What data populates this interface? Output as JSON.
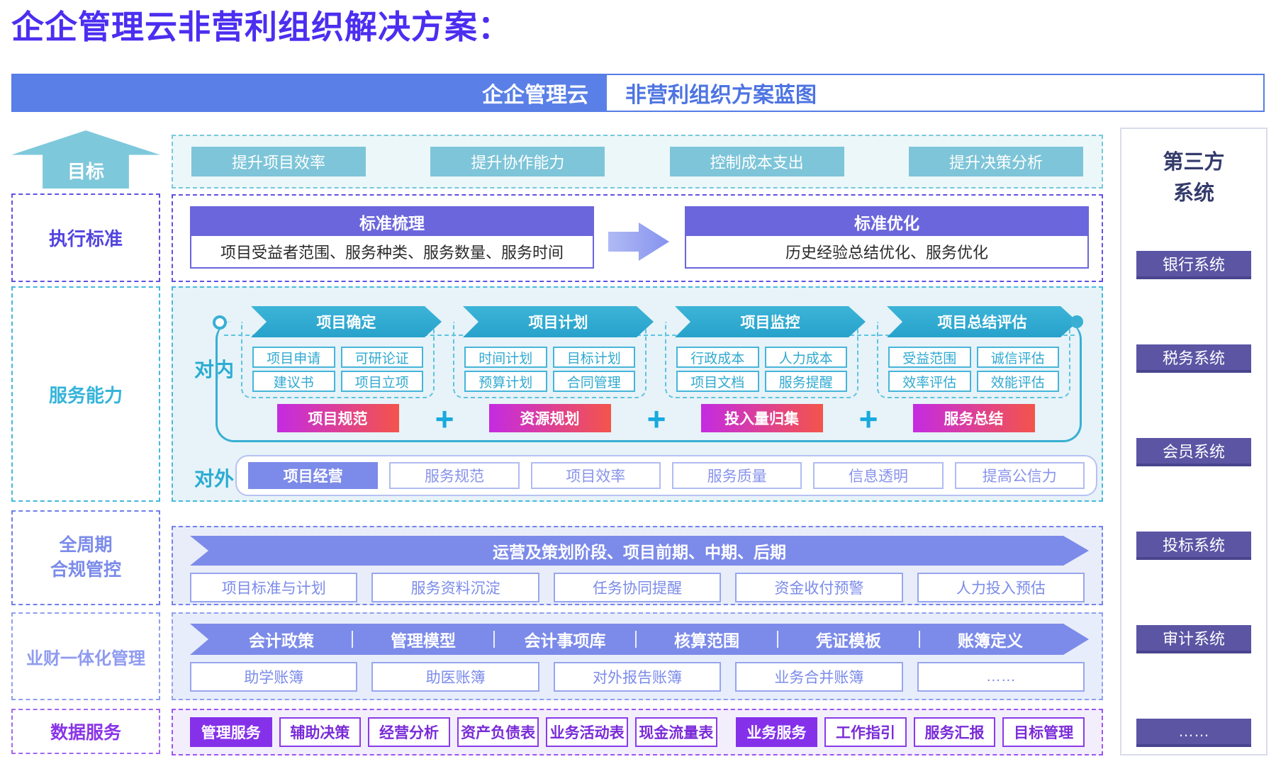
{
  "page": {
    "title": "企企管理云非营利组织解决方案："
  },
  "banner": {
    "left": "企企管理云",
    "right": "非营利组织方案蓝图"
  },
  "sidebar": {
    "goal": "目标",
    "exec": "执行标准",
    "capability": "服务能力",
    "cycle_line1": "全周期",
    "cycle_line2": "合规管控",
    "finance": "业财一体化管理",
    "data": "数据服务"
  },
  "goals": [
    "提升项目效率",
    "提升协作能力",
    "控制成本支出",
    "提升决策分析"
  ],
  "standards": {
    "left": {
      "title": "标准梳理",
      "body": "项目受益者范围、服务种类、服务数量、服务时间"
    },
    "right": {
      "title": "标准优化",
      "body": "历史经验总结优化、服务优化"
    }
  },
  "capability": {
    "internal_label": "对内",
    "external_label": "对外",
    "plus": "+",
    "stages": [
      {
        "title": "项目确定",
        "items": [
          "项目申请",
          "可研论证",
          "建议书",
          "项目立项"
        ],
        "summary": "项目规范"
      },
      {
        "title": "项目计划",
        "items": [
          "时间计划",
          "目标计划",
          "预算计划",
          "合同管理"
        ],
        "summary": "资源规划"
      },
      {
        "title": "项目监控",
        "items": [
          "行政成本",
          "人力成本",
          "项目文档",
          "服务提醒"
        ],
        "summary": "投入量归集"
      },
      {
        "title": "项目总结评估",
        "items": [
          "受益范围",
          "诚信评估",
          "效率评估",
          "效能评估"
        ],
        "summary": "服务总结"
      }
    ],
    "external_items": [
      "项目经营",
      "服务规范",
      "项目效率",
      "服务质量",
      "信息透明",
      "提高公信力"
    ]
  },
  "compliance": {
    "banner": "运营及策划阶段、项目前期、中期、后期",
    "items": [
      "项目标准与计划",
      "服务资料沉淀",
      "任务协同提醒",
      "资金收付预警",
      "人力投入预估"
    ]
  },
  "finance": {
    "segments": [
      "会计政策",
      "管理模型",
      "会计事项库",
      "核算范围",
      "凭证模板",
      "账簿定义"
    ],
    "items": [
      "助学账簿",
      "助医账簿",
      "对外报告账簿",
      "业务合并账簿",
      "……"
    ]
  },
  "data_services": {
    "items": [
      "管理服务",
      "辅助决策",
      "经营分析",
      "资产负债表",
      "业务活动表",
      "现金流量表",
      "业务服务",
      "工作指引",
      "服务汇报",
      "目标管理"
    ]
  },
  "third_party": {
    "title_line1": "第三方",
    "title_line2": "系统",
    "items": [
      "银行系统",
      "税务系统",
      "会员系统",
      "投标系统",
      "审计系统",
      "……"
    ]
  },
  "colors": {
    "title_purple": "#4B2EF0",
    "banner_blue": "#5A80E7",
    "teal_button": "#7EC5D9",
    "teal_accent": "#2FA9D1",
    "purple_header": "#6B66DC",
    "periwinkle": "#7C8BE9",
    "summary_gradient_start": "#C42BE2",
    "summary_gradient_end": "#F4544A",
    "data_purple": "#8531EA",
    "third_party_box": "#5B55A4"
  }
}
